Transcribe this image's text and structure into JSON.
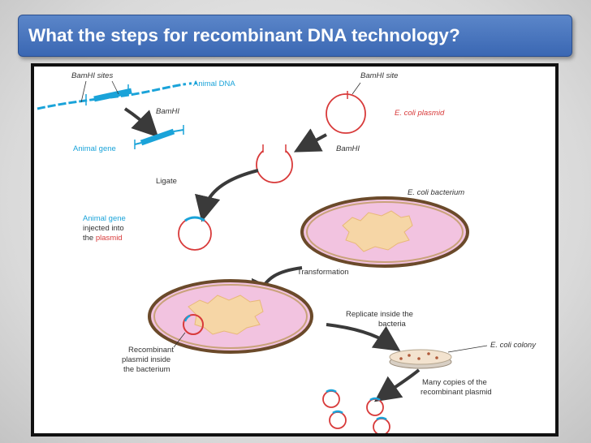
{
  "slide": {
    "title": "What the steps for recombinant DNA technology?"
  },
  "colors": {
    "title_bg": "#4a77c0",
    "dna_blue": "#1aa3d9",
    "plasmid_red": "#d83a3a",
    "cytoplasm_pink": "#f2c3e0",
    "nucleoid_orange": "#f6d6a6",
    "cell_wall_brown": "#6b4a2a",
    "arrow_gray": "#3a3a3a"
  },
  "diagram": {
    "bamhi_sites_label": "BamHI sites",
    "animal_dna_label": "Animal DNA",
    "bamhi_enzyme_label_1": "BamHI",
    "animal_gene_label": "Animal gene",
    "bamhi_site_label": "BamHI site",
    "ecoli_plasmid_label": "E. coli plasmid",
    "bamhi_enzyme_label_2": "BamHI",
    "ligate_label": "Ligate",
    "ecoli_bacterium_label": "E. coli bacterium",
    "injected_line1": "Animal gene",
    "injected_line2": "injected into",
    "injected_line3_prefix": "the ",
    "injected_line3_word": "plasmid",
    "transformation_label": "Transformation",
    "recombinant_line1": "Recombinant",
    "recombinant_line2": "plasmid inside",
    "recombinant_line3": "the bacterium",
    "replicate_line1": "Replicate inside the",
    "replicate_line2": "bacteria",
    "ecoli_colony_label": "E. coli colony",
    "copies_line1": "Many copies of the",
    "copies_line2": "recombinant plasmid"
  }
}
